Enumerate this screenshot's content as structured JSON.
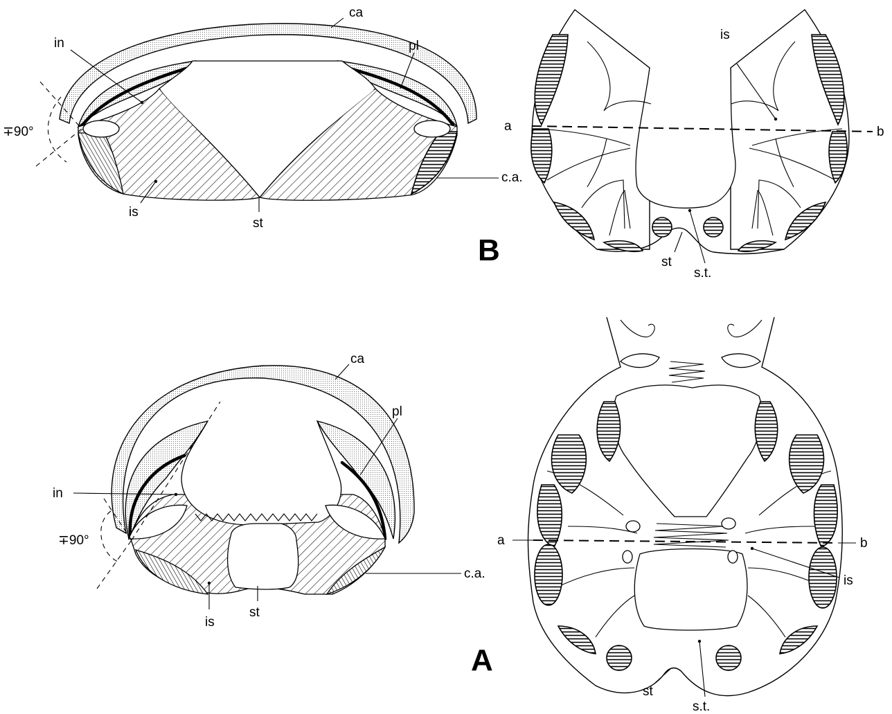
{
  "labels": {
    "ca": "ca",
    "pl": "pl",
    "in": "in",
    "is": "is",
    "st": "st",
    "ca_dot": "c.a.",
    "st_dot": "s.t.",
    "angle": "∓90°",
    "a": "a",
    "b": "b"
  },
  "panels": {
    "B": "B",
    "A": "A"
  },
  "colors": {
    "ink": "#000000",
    "paper": "#ffffff"
  }
}
